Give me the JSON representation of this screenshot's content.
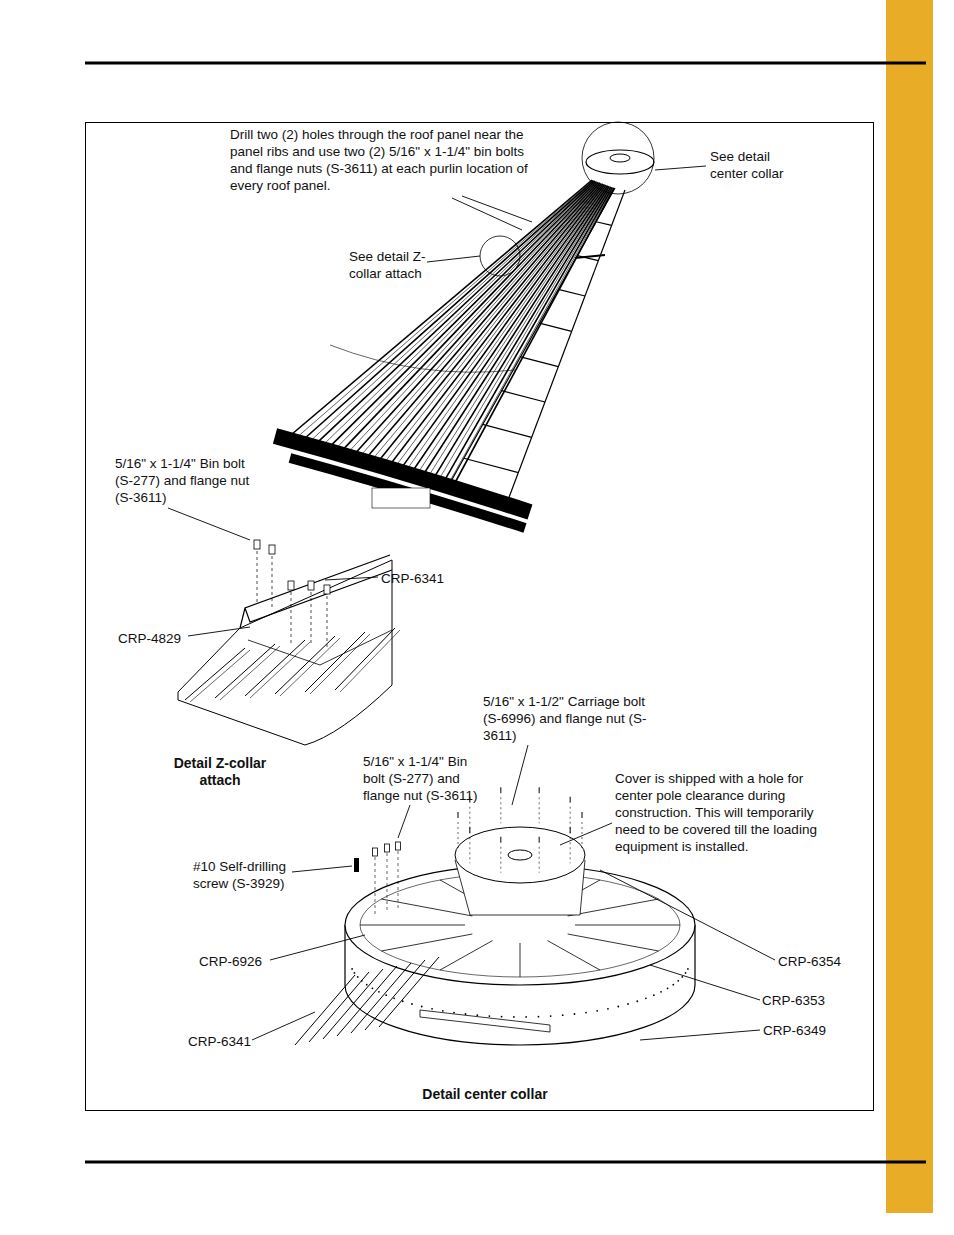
{
  "diagram": {
    "labels": [
      "Drill two (2) holes through the roof panel near the panel ribs and use two (2) 5/16\" x 1-1/4\" bin bolts and flange nuts (S-3611) at each purlin location of every roof panel.",
      "See detail center collar",
      "See detail Z-collar attach",
      "5/16\" x 1-1/4\" Bin bolt (S-277) and flange nut (S-3611)",
      "CRP-6341",
      "CRP-4829",
      "Detail Z-collar attach",
      "5/16\" x 1-1/2\" Carriage bolt (S-6996) and flange nut (S-3611)",
      "5/16\" x 1-1/4\" Bin bolt (S-277) and flange nut (S-3611)",
      "Cover is shipped with a hole for center pole clearance during construction. This will temporarily need to be covered till the loading equipment is installed.",
      "#10 Self-drilling screw (S-3929)",
      "CRP-6926",
      "CRP-6354",
      "CRP-6353",
      "CRP-6341",
      "CRP-6349",
      "Detail center collar"
    ]
  }
}
